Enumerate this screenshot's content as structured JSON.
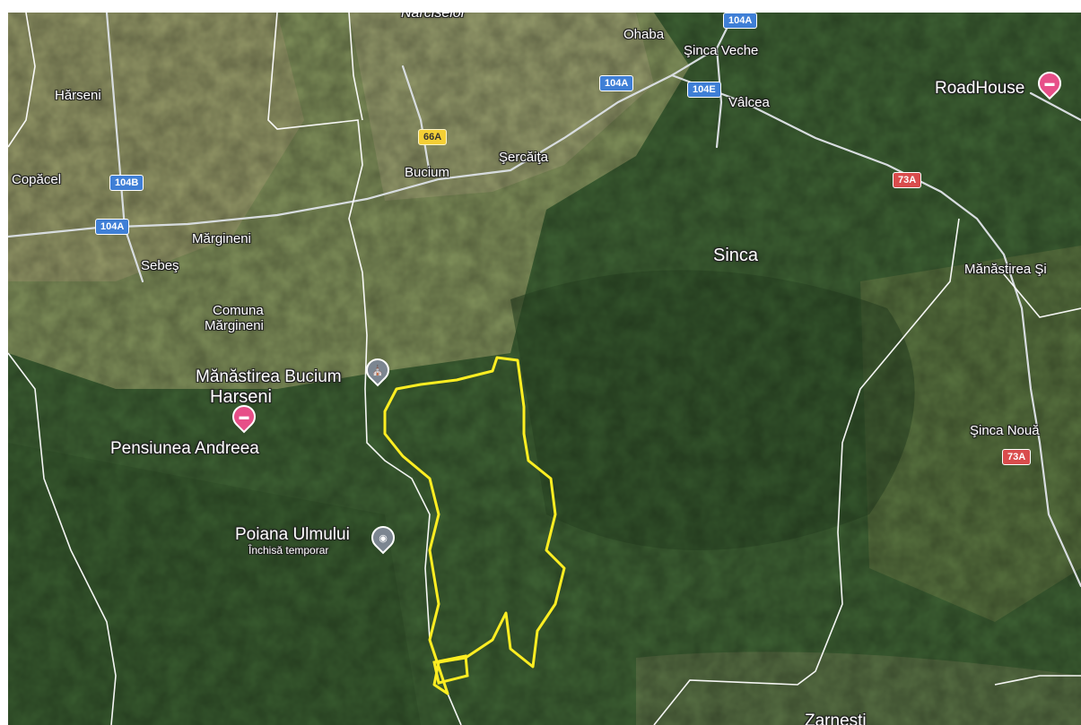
{
  "map": {
    "places": {
      "narciselor": "Narciselor",
      "ohaba": "Ohaba",
      "sinca_veche": "Şinca Veche",
      "valcea": "Vâlcea",
      "roadhouse": "RoadHouse",
      "harseni_top": "Hărseni",
      "copacel": "Copăcel",
      "bucium": "Bucium",
      "sercaita": "Şercăiţa",
      "margineni": "Mărgineni",
      "sebes": "Sebeş",
      "sinca": "Sinca",
      "manastirea_s": "Mănăstirea Şi",
      "comuna_line1": "Comuna",
      "comuna_line2": "Mărgineni",
      "manastirea_bucium": "Mănăstirea Bucium",
      "harseni": "Harseni",
      "pensiunea": "Pensiunea Andreea",
      "sinca_noua": "Şinca Nouă",
      "poiana": "Poiana Ulmului",
      "poiana_status": "Închisă temporar",
      "zarnesti": "Zarnesti"
    },
    "road_shields": {
      "s104a_top": "104A",
      "s104a_mid": "104A",
      "s104e": "104E",
      "s66a": "66A",
      "s104b": "104B",
      "s104a_left": "104A",
      "s73a_top": "73A",
      "s73a_right": "73A"
    },
    "icons": {
      "hotel_roadhouse": "hotel-pin-icon",
      "hotel_harseni": "hotel-pin-icon",
      "monastery": "church-pin-icon",
      "poiana": "camera-pin-icon"
    },
    "colors": {
      "highlight_outline": "#ffee22",
      "boundary": "#ffffff",
      "road": "#d8dde0",
      "shield_blue": "#3f7fd6",
      "shield_red": "#d94c4c",
      "shield_yellow": "#f4cf35"
    }
  }
}
